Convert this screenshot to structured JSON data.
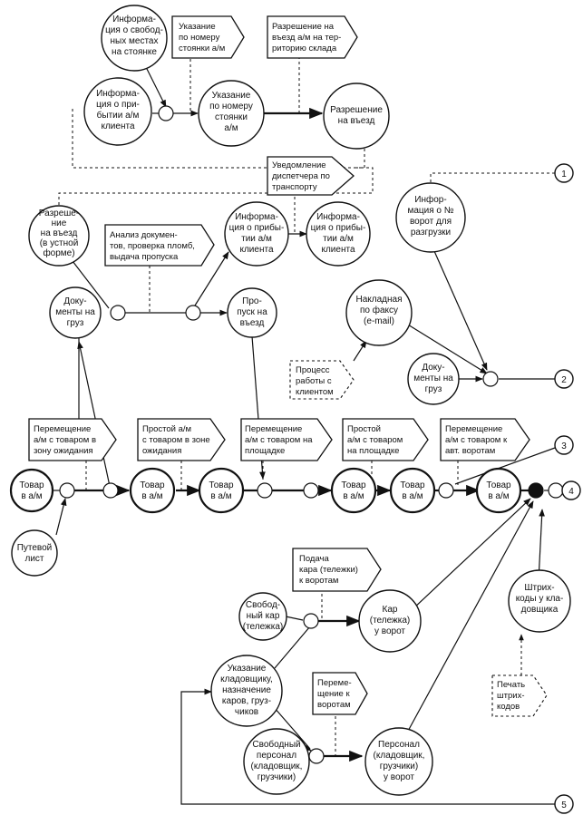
{
  "nodes": {
    "info_parking": [
      "Информа-",
      "ция о свобод-",
      "ных местах",
      "на стоянке"
    ],
    "info_arrival_top": [
      "Информа-",
      "ция о при-",
      "бытии а/м",
      "клиента"
    ],
    "parking_number": [
      "Указание",
      "по номеру",
      "стоянки",
      "а/м"
    ],
    "entry_permission": [
      "Разрешение",
      "на въезд"
    ],
    "oral_permission": [
      "Разреше-",
      "ние",
      "на въезд",
      "(в устной",
      "форме)"
    ],
    "info_arrival_mid1": [
      "Информа-",
      "ция о прибы-",
      "тии а/м",
      "клиента"
    ],
    "info_arrival_mid2": [
      "Информа-",
      "ция о прибы-",
      "тии а/м",
      "клиента"
    ],
    "info_gate_number": [
      "Инфор-",
      "мация о №",
      "ворот для",
      "разгрузки"
    ],
    "docs_cargo_left": [
      "Доку-",
      "менты на",
      "груз"
    ],
    "entry_pass": [
      "Про-",
      "пуск на",
      "въезд"
    ],
    "fax_waybill": [
      "Накладная",
      "по факсу",
      "(e-mail)"
    ],
    "docs_cargo_right": [
      "Доку-",
      "менты на",
      "груз"
    ],
    "truck_1": [
      "Товар",
      "в а/м"
    ],
    "truck_2": [
      "Товар",
      "в а/м"
    ],
    "truck_3": [
      "Товар",
      "в а/м"
    ],
    "truck_4": [
      "Товар",
      "в а/м"
    ],
    "truck_5": [
      "Товар",
      "в а/м"
    ],
    "truck_6": [
      "Товар",
      "в а/м"
    ],
    "waybill": [
      "Путевой",
      "лист"
    ],
    "free_cart": [
      "Свобод-",
      "ный кар",
      "(тележка)"
    ],
    "cart_at_gate": [
      "Кар",
      "(тележка)",
      "у ворот"
    ],
    "barcodes_keeper": [
      "Штрих-",
      "коды у кла-",
      "довщика"
    ],
    "assign_keeper": [
      "Указание",
      "кладовщику,",
      "назначение",
      "каров, груз-",
      "чиков"
    ],
    "free_staff": [
      "Свободный",
      "персонал",
      "(кладовщик,",
      "грузчики)"
    ],
    "staff_at_gate": [
      "Персонал",
      "(кладовщик,",
      "грузчики)",
      "у ворот"
    ]
  },
  "flags": {
    "parking_instruction": [
      "Указание",
      "по номеру",
      "стоянки а/м"
    ],
    "entry_to_warehouse": [
      "Разрешение на",
      "въезд а/м на тер-",
      "риторию склада"
    ],
    "notify_dispatcher": [
      "Уведомление",
      "диспетчера по",
      "транспорту"
    ],
    "doc_analysis": [
      "Анализ докумен-",
      "тов, проверка пломб,",
      "выдача пропуска"
    ],
    "client_process": [
      "Процесс",
      "работы с",
      "клиентом"
    ],
    "move_waiting": [
      "Перемещение",
      "а/м с товаром в",
      "зону ожидания"
    ],
    "idle_waiting": [
      "Простой  а/м",
      "с товаром в зоне",
      "ожидания"
    ],
    "move_platform": [
      "Перемещение",
      "а/м с товаром на",
      "площадке"
    ],
    "idle_platform": [
      "Простой",
      "а/м с товаром",
      "на площадке"
    ],
    "move_gate": [
      "Перемещение",
      "а/м с товаром к",
      "авт. воротам"
    ],
    "cart_delivery": [
      "Подача",
      "кара (тележки)",
      "к воротам"
    ],
    "staff_move": [
      "Переме-",
      "щение к",
      "воротам"
    ],
    "barcode_print": [
      "Печать",
      "штрих-",
      "кодов"
    ]
  },
  "refs": [
    "1",
    "2",
    "3",
    "4",
    "5"
  ]
}
